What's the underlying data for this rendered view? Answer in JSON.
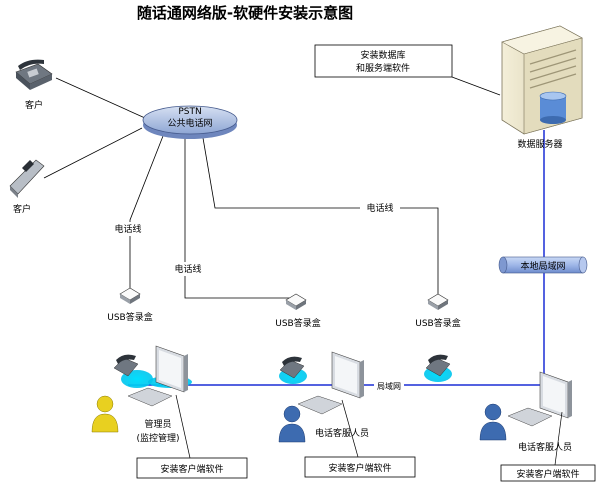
{
  "title": "随话通网络版-软硬件安装示意图",
  "nodes": {
    "customer_a": "客户",
    "customer_b": "客户",
    "pstn_line1": "PSTN",
    "pstn_line2": "公共电话网",
    "db_server": "数据服务器",
    "install_db_line1": "安装数据库",
    "install_db_line2": "和服务端软件",
    "lan_tube": "本地局域网",
    "lan_line": "局域网",
    "phone_line_a": "电话线",
    "phone_line_b": "电话线",
    "phone_line_c": "电话线",
    "usb_box_1": "USB答录盒",
    "usb_box_2": "USB答录盒",
    "usb_box_3": "USB答录盒",
    "admin_line1": "管理员",
    "admin_line2": "(监控管理)",
    "agent_1": "电话客服人员",
    "agent_2": "电话客服人员",
    "client_sw_1": "安装客户端软件",
    "client_sw_2": "安装客户端软件",
    "client_sw_3": "安装客户端软件"
  },
  "colors": {
    "lan": "#1c2fd6",
    "pstn_fill": "#aabde0",
    "tube_fill": "#9fb7e8",
    "highlight": "#00d0f0",
    "person": "#3d6bb0",
    "person_admin": "#e8d020"
  }
}
